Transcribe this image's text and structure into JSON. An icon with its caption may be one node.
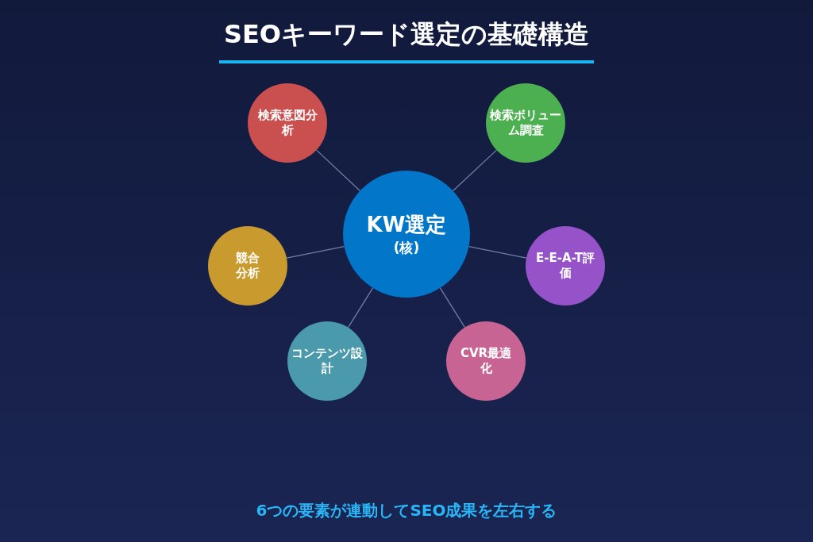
{
  "diagram": {
    "title": "SEOキーワード選定の基礎構造",
    "caption": "6つの要素が連動してSEO成果を左右する",
    "nodes": [
      {
        "text": [
          "KW選定",
          "(核)"
        ]
      },
      {
        "text": [
          "検索意図分析"
        ]
      },
      {
        "text": [
          "検索ボリューム調査"
        ]
      },
      {
        "text": [
          "競合分析"
        ]
      },
      {
        "text": [
          "E-E-A-T評価"
        ]
      },
      {
        "text": [
          "コンテンツ設計"
        ]
      },
      {
        "text": [
          "CVR最適化"
        ]
      }
    ],
    "edges": [
      {
        "from": 0,
        "to": 1,
        "arrow": "none"
      },
      {
        "from": 0,
        "to": 2,
        "arrow": "none"
      },
      {
        "from": 0,
        "to": 3,
        "arrow": "none"
      },
      {
        "from": 0,
        "to": 4,
        "arrow": "none"
      },
      {
        "from": 0,
        "to": 5,
        "arrow": "none"
      },
      {
        "from": 0,
        "to": 6,
        "arrow": "none"
      }
    ]
  }
}
